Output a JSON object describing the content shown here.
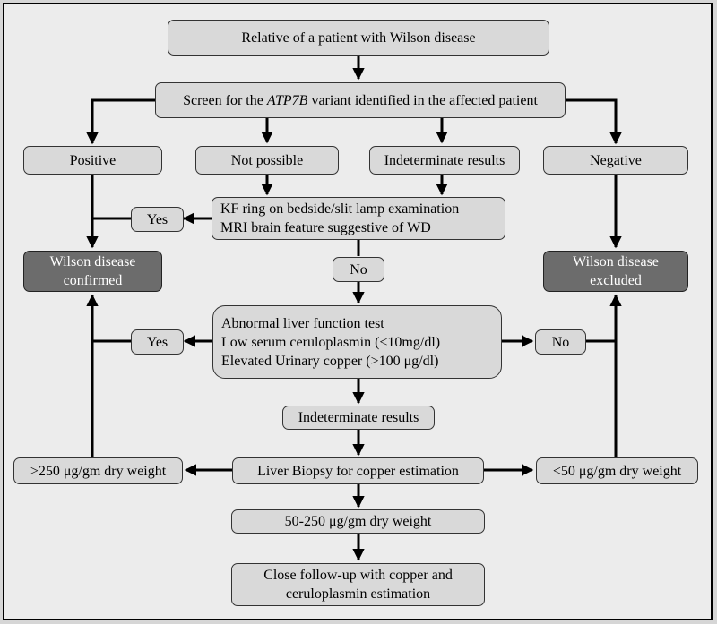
{
  "diagram": {
    "relative": "Relative of a patient with Wilson disease",
    "screen": {
      "before": "Screen for the ",
      "gene": "ATP7B",
      "after": " variant identified in the affected patient"
    },
    "positive": "Positive",
    "not_possible": "Not possible",
    "indeterminate": "Indeterminate results",
    "negative": "Negative",
    "kf_exam": [
      "KF ring on bedside/slit lamp examination",
      "MRI brain feature suggestive of WD"
    ],
    "yes_top": "Yes",
    "confirmed": [
      "Wilson disease",
      "confirmed"
    ],
    "excluded": [
      "Wilson disease",
      "excluded"
    ],
    "no_mid": "No",
    "lab_tests": [
      "Abnormal liver function test",
      "Low serum ceruloplasmin (<10mg/dl)",
      "Elevated Urinary copper (>100 μg/dl)"
    ],
    "yes_lab": "Yes",
    "no_lab": "No",
    "indeterminate_lab": "Indeterminate results",
    "biopsy": "Liver Biopsy for copper estimation",
    "high": ">250 μg/gm dry weight",
    "low": "<50 μg/gm dry weight",
    "mid_range": "50-250 μg/gm dry weight",
    "followup": [
      "Close follow-up with copper and",
      "ceruloplasmin estimation"
    ]
  }
}
